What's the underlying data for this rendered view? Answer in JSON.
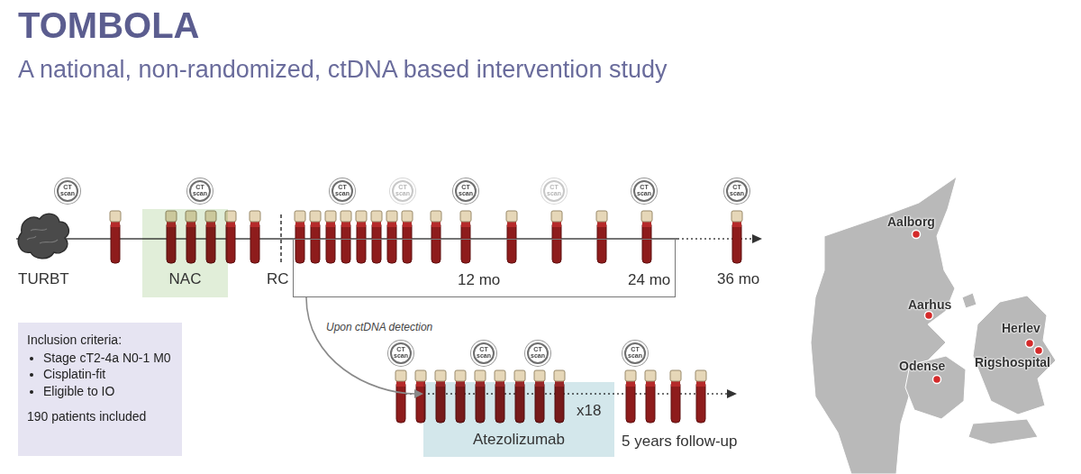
{
  "diagram": {
    "title": "TOMBOLA",
    "nodes": [
      {
        "text": [
          "NAC"
        ]
      },
      {
        "text": [
          "12 mo",
          "24 mo"
        ]
      },
      {
        "text": [
          "Atezolizumab"
        ]
      },
      {
        "text": [
          "Inclusion criteria:",
          "Stage cT2-4a N0-1 M0",
          "Cisplatin-fit",
          "Eligible to IO",
          "190 patients included"
        ]
      }
    ],
    "edges": [
      {
        "from": 1,
        "to": 2,
        "arrow": "to",
        "label": "Upon ctDNA detection"
      }
    ],
    "labels": [
      "A national, non-randomized, ctDNA based intervention study",
      "TURBT",
      "RC",
      "36 mo",
      "CT scan",
      "CT scan",
      "CT scan",
      "CT scan",
      "CT scan",
      "CT scan",
      "CT scan",
      "CT scan",
      "CT scan",
      "CT scan",
      "CT scan",
      "CT scan",
      "x18",
      "5 years follow-up",
      "Aalborg",
      "Aarhus",
      "Herlev",
      "Odense",
      "Rigshospital"
    ]
  }
}
